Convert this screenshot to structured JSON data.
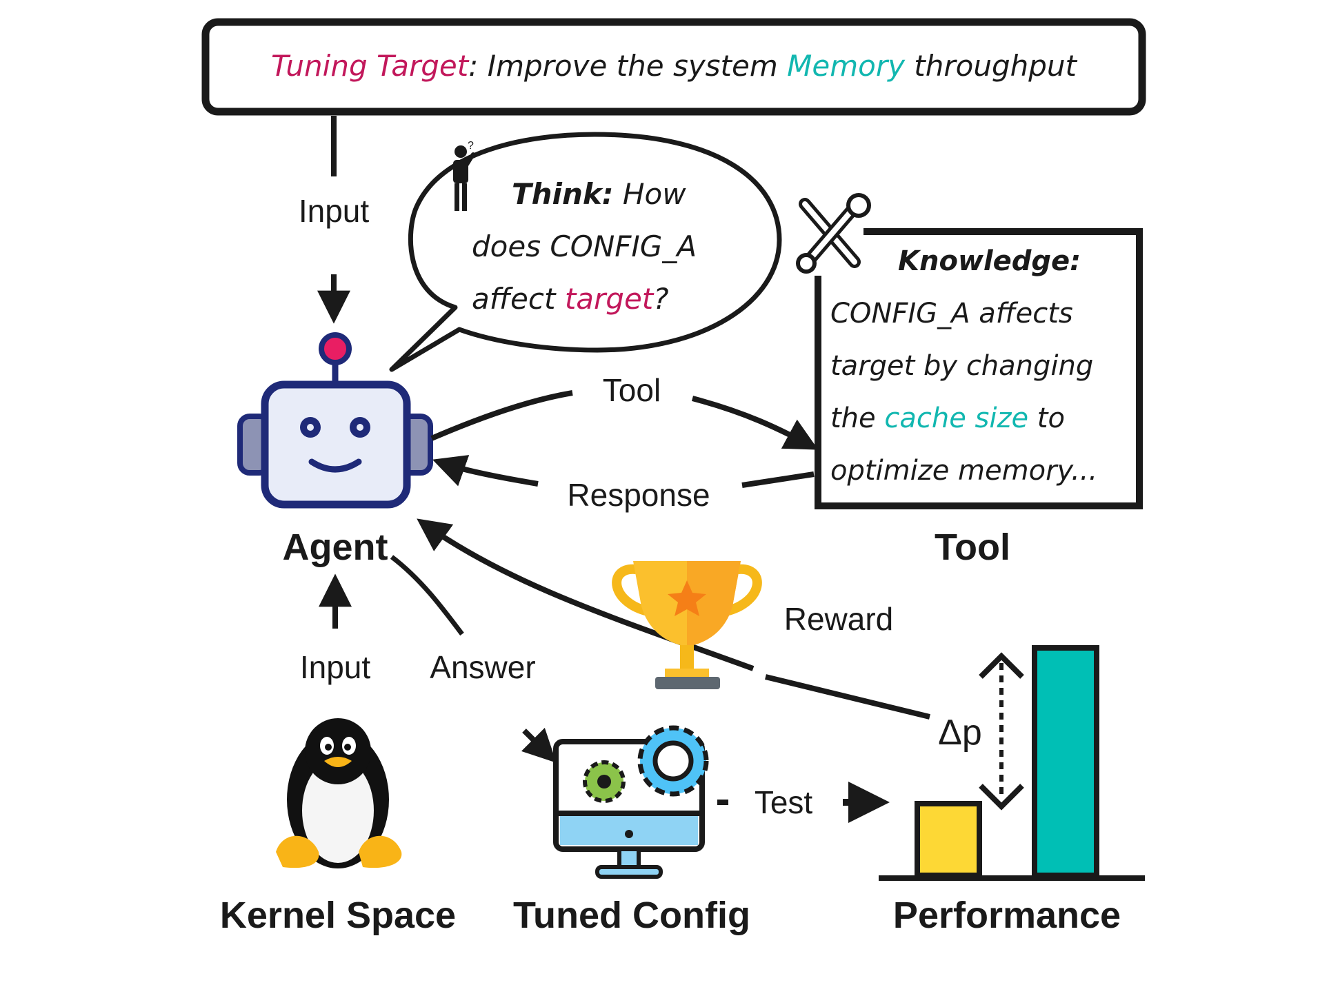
{
  "target": {
    "prefix": "Tuning Target",
    "colon": ":",
    "middle": " Improve the system ",
    "highlight": "Memory",
    "suffix": " throughput"
  },
  "colors": {
    "accent_red": "#c2185b",
    "accent_teal": "#12b7b0",
    "line": "#1a1a1a",
    "bar_low": "#fdd835",
    "bar_high": "#00bfb5",
    "robot_face": "#e8ecf8",
    "robot_frame": "#1f2a78",
    "antenna": "#e91e63"
  },
  "think": {
    "label": "Think:",
    "line1_rest": " How",
    "line2": "does CONFIG_A",
    "line3_pre": "affect ",
    "line3_hl": "target",
    "line3_post": "?"
  },
  "knowledge": {
    "title": "Knowledge:",
    "line1": "CONFIG_A affects",
    "line2": "target by changing",
    "line3_pre": "the ",
    "line3_hl": "cache size",
    "line3_post": " to",
    "line4": "optimize memory..."
  },
  "labels": {
    "input_top": "Input",
    "input_bottom": "Input",
    "tool_arrow": "Tool",
    "response": "Response",
    "answer": "Answer",
    "reward": "Reward",
    "test": "Test",
    "delta": "Δp"
  },
  "nodes": {
    "agent": "Agent",
    "tool": "Tool",
    "kernel": "Kernel Space",
    "tuned": "Tuned Config",
    "performance": "Performance"
  },
  "icons": {
    "agent": "robot-icon",
    "thinker": "thinking-person-icon",
    "tools": "wrench-screwdriver-icon",
    "trophy": "trophy-icon",
    "kernel": "linux-penguin-icon",
    "tuned": "monitor-gears-icon"
  }
}
